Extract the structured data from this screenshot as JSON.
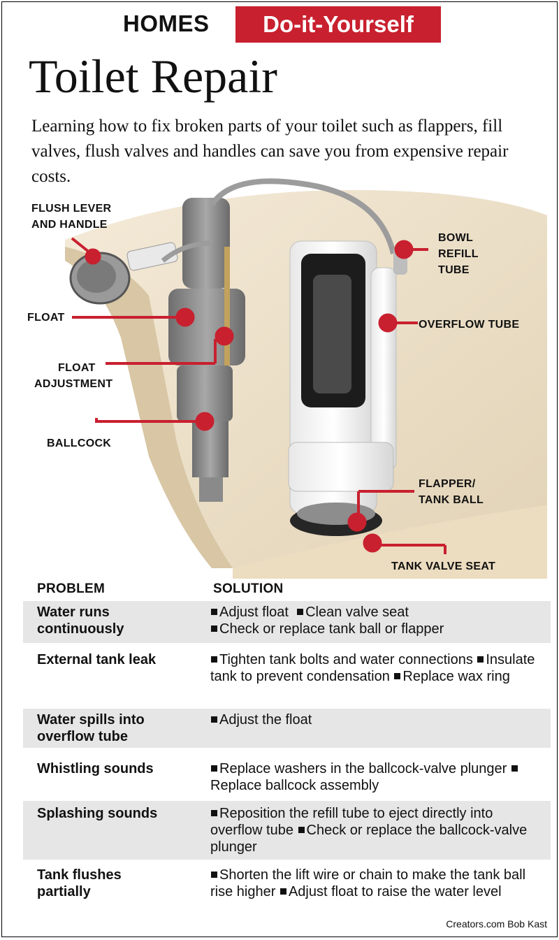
{
  "header": {
    "kicker": "HOMES",
    "section": "Do-it-Yourself"
  },
  "title": "Toilet Repair",
  "intro": "Learning how to fix broken parts of your toilet such as flappers, fill valves, flush valves and handles can save you from expensive repair costs.",
  "callouts": {
    "flush_lever": [
      "FLUSH LEVER",
      "AND HANDLE"
    ],
    "float": "FLOAT",
    "float_adjustment": [
      "FLOAT",
      "ADJUSTMENT"
    ],
    "ballcock": "BALLCOCK",
    "bowl_refill": [
      "BOWL",
      "REFILL",
      "TUBE"
    ],
    "overflow_tube": "OVERFLOW TUBE",
    "flapper": [
      "FLAPPER/",
      "TANK BALL"
    ],
    "tank_valve_seat": "TANK VALVE SEAT"
  },
  "table": {
    "headers": {
      "problem": "PROBLEM",
      "solution": "SOLUTION"
    },
    "rows": [
      {
        "problem": [
          "Water runs",
          "continuously"
        ],
        "solution": [
          "Adjust float",
          "Clean valve seat",
          "Check or replace tank ball or flapper"
        ]
      },
      {
        "problem": [
          "External tank leak"
        ],
        "solution": [
          "Tighten tank bolts and water connections",
          "Insulate tank to prevent condensation",
          "Replace wax ring"
        ]
      },
      {
        "problem": [
          "Water spills into",
          "overflow tube"
        ],
        "solution": [
          "Adjust the float"
        ]
      },
      {
        "problem": [
          "Whistling sounds"
        ],
        "solution": [
          "Replace washers in the ballcock-valve plunger",
          "Replace ballcock assembly"
        ]
      },
      {
        "problem": [
          "Splashing sounds"
        ],
        "solution": [
          "Reposition the refill tube to eject directly into overflow tube",
          "Check or replace the ballcock-valve plunger"
        ]
      },
      {
        "problem": [
          "Tank flushes",
          "partially"
        ],
        "solution": [
          "Shorten the lift wire or chain to make the tank ball rise higher",
          "Adjust float to raise the water level"
        ]
      }
    ]
  },
  "credit": "Creators.com Bob Kast",
  "colors": {
    "accent": "#c8202f",
    "shade": "#e6e6e6",
    "tank": "#efe3cf"
  }
}
